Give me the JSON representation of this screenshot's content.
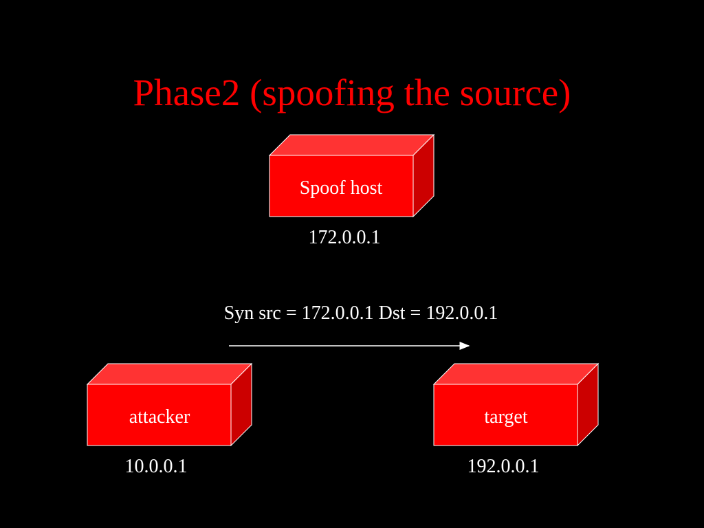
{
  "slide": {
    "title": "Phase2 (spoofing the source)"
  },
  "nodes": {
    "spoof_host": {
      "label": "Spoof host",
      "address": "172.0.0.1"
    },
    "attacker": {
      "label": "attacker",
      "address": "10.0.0.1"
    },
    "target": {
      "label": "target",
      "address": "192.0.0.1"
    }
  },
  "message": {
    "text": "Syn src = 172.0.0.1 Dst = 192.0.0.1",
    "direction": "attacker-to-target"
  },
  "colors": {
    "background": "#000000",
    "title": "#ff0000",
    "box_front": "#ff0000",
    "box_top": "#ff3333",
    "box_side": "#cc0000",
    "box_edge": "#ffffff",
    "text": "#ffffff"
  }
}
